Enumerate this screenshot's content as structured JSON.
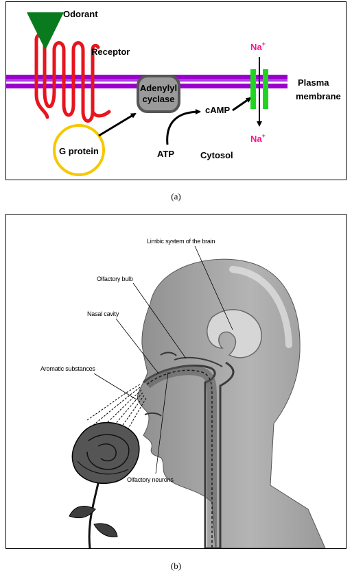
{
  "panel_a": {
    "caption": "(a)",
    "labels": {
      "odorant": "Odorant",
      "receptor": "Receptor",
      "g_protein": "G protein",
      "adenylyl_line1": "Adenylyl",
      "adenylyl_line2": "cyclase",
      "camp": "cAMP",
      "atp": "ATP",
      "cytosol": "Cytosol",
      "plasma_line1": "Plasma",
      "plasma_line2": "membrane",
      "na_top": "Na",
      "na_bottom": "Na",
      "na_superscript": "+"
    },
    "colors": {
      "membrane": "#9900cc",
      "receptor": "#e8141e",
      "odorant": "#0a7a1e",
      "g_protein": "#f5c800",
      "enzyme": "#9a9a9a",
      "channel": "#22d422",
      "sodium": "#ff1493"
    }
  },
  "panel_b": {
    "caption": "(b)",
    "labels": {
      "limbic": "Limbic system of the brain",
      "bulb": "Olfactory bulb",
      "nasal": "Nasal cavity",
      "aromatic": "Aromatic substances",
      "neurons": "Olfactory neurons"
    }
  }
}
